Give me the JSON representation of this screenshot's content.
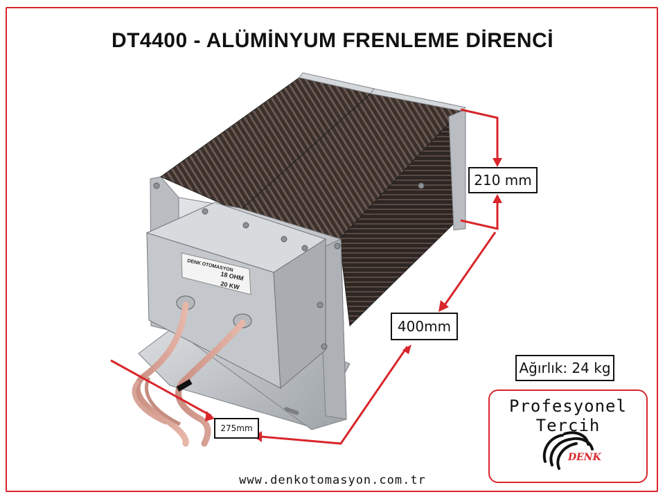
{
  "title": "DT4400 - ALÜMİNYUM FRENLEME DİRENCİ",
  "dimensions": {
    "height": "210 mm",
    "length": "400mm",
    "width": "275mm"
  },
  "weight_label": "Ağırlık: 24 kg",
  "brand": {
    "tagline": "Profesyonel  Tercih",
    "logo_text": "DENK"
  },
  "website": "www.denkotomasyon.com.tr",
  "product_label": {
    "company": "DENK OTOMASYON",
    "line1": "18 OHM",
    "line2": "20 KW"
  },
  "colors": {
    "accent_red": "#d8262b",
    "fin_dark": "#3a2f2a",
    "steel": "#c9ccd0"
  }
}
